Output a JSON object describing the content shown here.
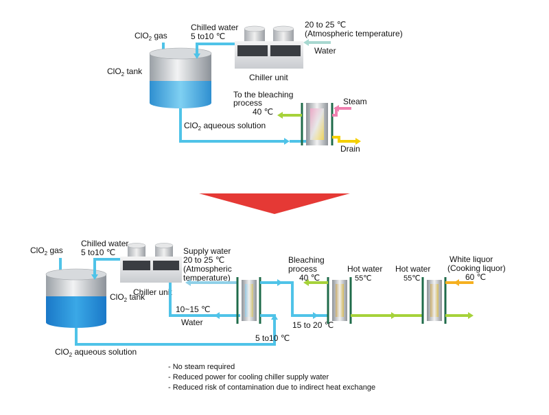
{
  "top": {
    "clo2_gas": {
      "main": "ClO",
      "sub": "2",
      "rest": " gas"
    },
    "chilled_water_1": "Chilled water",
    "chilled_water_2": "5 to10 ℃",
    "atm_1": "20 to 25 ℃",
    "atm_2": "(Atmospheric temperature)",
    "water": "Water",
    "clo2_tank": {
      "main": "ClO",
      "sub": "2",
      "rest": " tank"
    },
    "chiller_unit": "Chiller unit",
    "to_bleach_1": "To the bleaching",
    "to_bleach_2": "process",
    "temp_40": "40 ℃",
    "steam": "Steam",
    "aqueous": {
      "main": "ClO",
      "sub": "2",
      "rest": " aqueous solution"
    },
    "drain": "Drain"
  },
  "bottom": {
    "clo2_gas": {
      "main": "ClO",
      "sub": "2",
      "rest": " gas"
    },
    "chilled_water_1": "Chilled water",
    "chilled_water_2": "5 to10 ℃",
    "supply_1": "Supply water",
    "supply_2": "20 to 25 ℃",
    "supply_3": "(Atmospheric",
    "supply_4": "temperature)",
    "chiller_unit": "Chiller unit",
    "clo2_tank": {
      "main": "ClO",
      "sub": "2",
      "rest": " tank"
    },
    "range_10_15": "10~15 ℃",
    "water": "Water",
    "bleach_1": "Bleaching",
    "bleach_2": "process",
    "temp_40": "40 ℃",
    "range_15_20": "15 to 20 ℃",
    "hot_water_1": "Hot water",
    "hot_55_1": "55℃",
    "hot_water_2": "Hot water",
    "hot_55_2": "55℃",
    "white_1": "White liquor",
    "white_2": "(Cooking liquor)",
    "temp_60": "60 ℃",
    "temp_5_10": "5 to10 ℃",
    "aqueous": {
      "main": "ClO",
      "sub": "2",
      "rest": " aqueous solution"
    }
  },
  "notes": [
    "- No steam required",
    "- Reduced power for cooling chiller supply water",
    "- Reduced risk of contamination due to indirect heat exchange"
  ],
  "colors": {
    "pipe_blue": "#4fc3e8",
    "steam_pink": "#f080b0",
    "drain_yellow": "#f5d000",
    "hot_green": "#a6d23a",
    "hot_orange": "#f5b020",
    "exchanger_frame": "#1f6b4a",
    "arrow_red": "#e53935",
    "tank_water": "#3aa0dc"
  }
}
